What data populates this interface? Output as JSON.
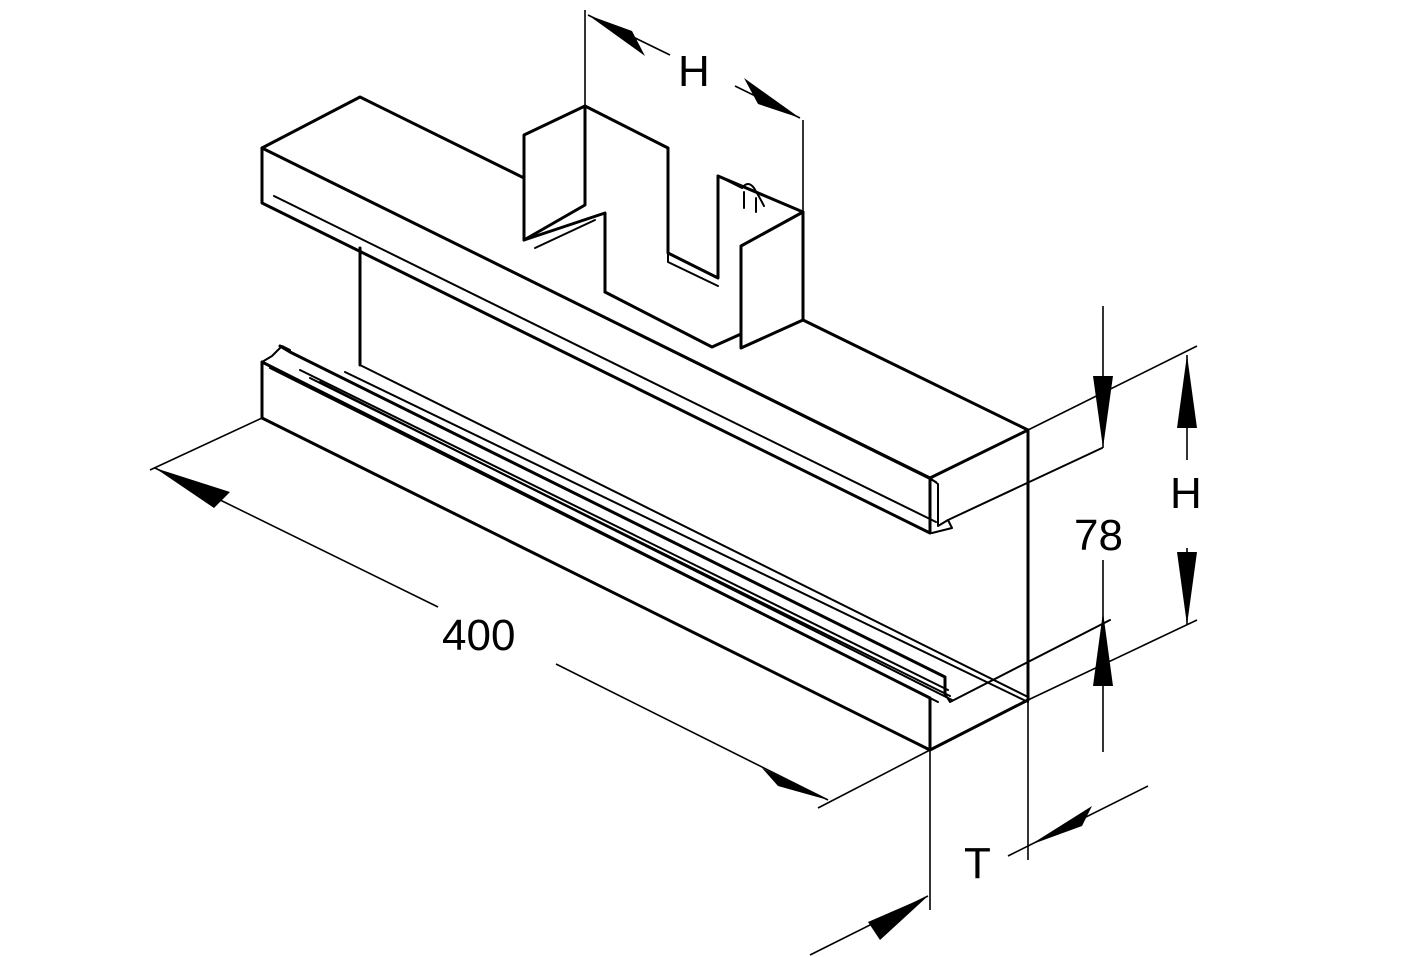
{
  "drawing": {
    "labels": {
      "top_height": "H",
      "side_height": "H",
      "depth_value": "78",
      "length_value": "400",
      "thickness": "T"
    },
    "colors": {
      "line": "#000000",
      "background": "#ffffff"
    }
  }
}
